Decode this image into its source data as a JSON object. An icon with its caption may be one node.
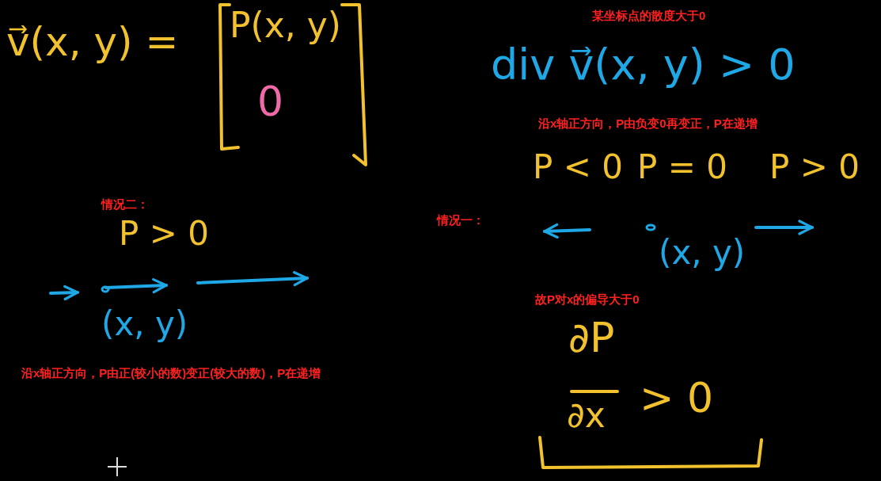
{
  "diagram": {
    "labels": [
      "v⃗(x, y) =",
      "P(x, y)",
      "0",
      "某坐标点的散度大于0",
      "div v⃗(x, y) > 0",
      "沿x轴正方向，P由负变0再变正，P在递增",
      "P < 0",
      "P = 0",
      "P > 0",
      "情况二：",
      "P > 0",
      "情况一：",
      "(x, y)",
      "(x, y)",
      "故P对x的偏导大于0",
      "∂P",
      "沿x轴正方向，P由正(较小的数)变正(较大的数)，P在递增",
      "∂x",
      "> 0"
    ]
  }
}
